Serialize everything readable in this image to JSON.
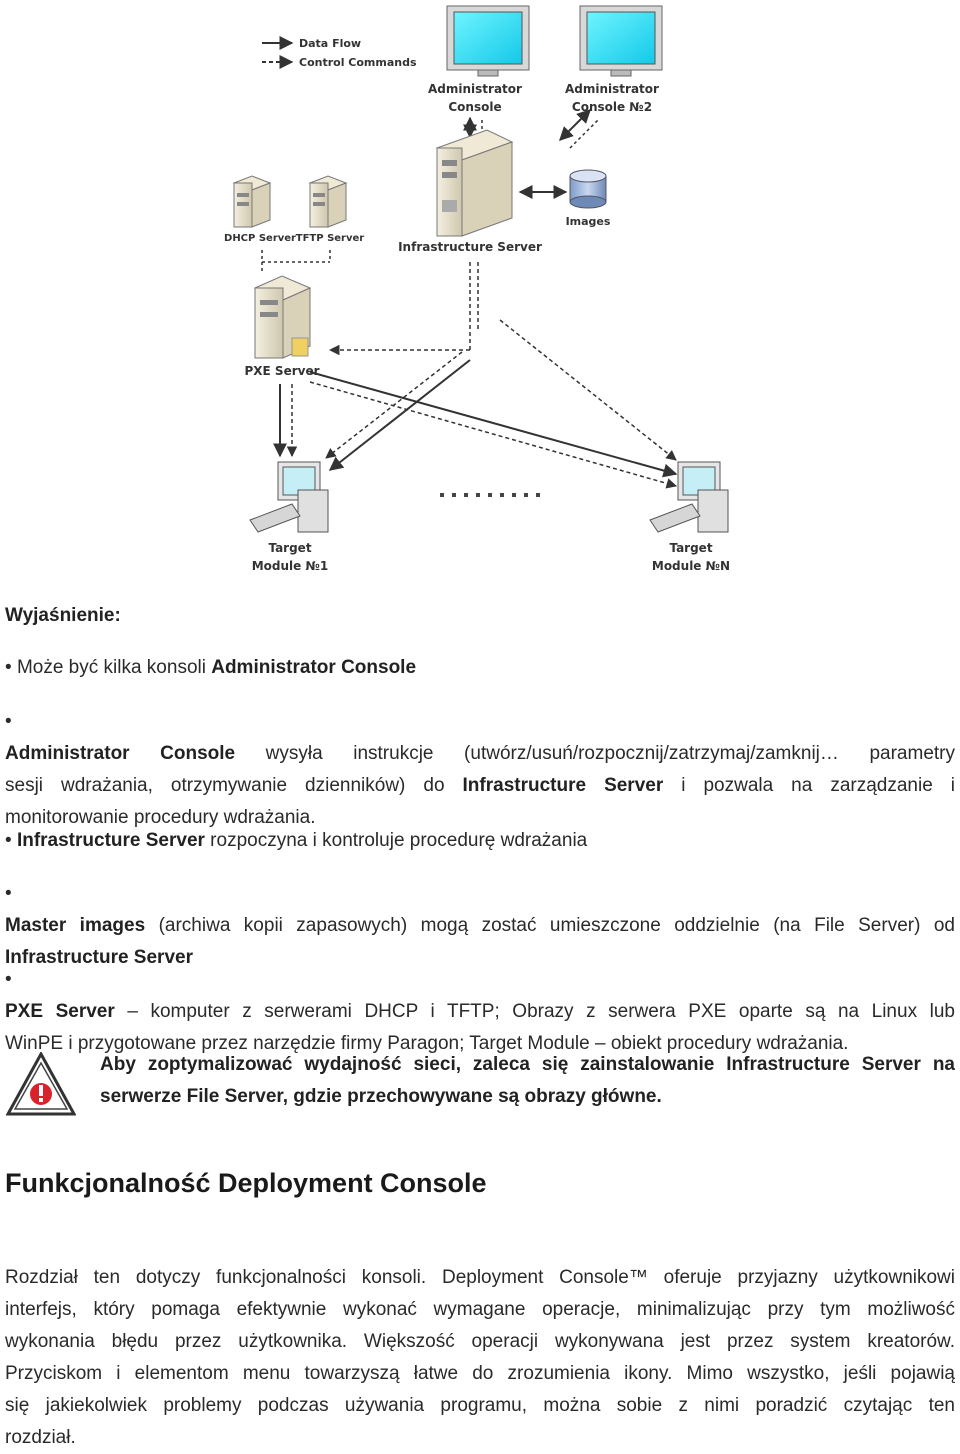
{
  "diagram": {
    "legend": {
      "data_flow": "Data Flow",
      "control_commands": "Control Commands"
    },
    "nodes": {
      "admin1_line1": "Administrator",
      "admin1_line2": "Console",
      "admin2_line1": "Administrator",
      "admin2_line2": "Console №2",
      "dhcp": "DHCP Server",
      "tftp": "TFTP Server",
      "infra": "Infrastructure Server",
      "images": "Images",
      "pxe": "PXE Server",
      "target1_line1": "Target",
      "target1_line2": "Module №1",
      "targetN_line1": "Target",
      "targetN_line2": "Module №N"
    }
  },
  "heading_explain": "Wyjaśnienie:",
  "b1": {
    "text": "Może być kilka konsoli ",
    "bold": "Administrator Console"
  },
  "b2": {
    "bold1": "Administrator Console",
    "t1": " wysyła instrukcje (utwórz/usuń/rozpocznij/zatrzymaj/zamknij… parametry",
    "t2": "sesji wdrażania, otrzymywanie dzienników) do ",
    "bold2": "Infrastructure Server",
    "t3": " i pozwala na zarządzanie i",
    "t4": "monitorowanie procedury wdrażania."
  },
  "b3": {
    "bold": "Infrastructure Server",
    "text": " rozpoczyna i kontroluje procedurę wdrażania"
  },
  "b4": {
    "bold1": "Master images",
    "t1": " (archiwa kopii zapasowych) mogą zostać umieszczone oddzielnie (na File Server) od",
    "bold2": "Infrastructure Server"
  },
  "b5": {
    "bold": "PXE Server",
    "t1": " – komputer z serwerami DHCP i TFTP; Obrazy z serwera PXE oparte są na Linux lub",
    "t2": "WinPE i przygotowane przez narzędzie firmy Paragon; Target Module – obiekt procedury wdrażania."
  },
  "warning": {
    "line1": "Aby zoptymalizować wydajność sieci, zaleca się zainstalowanie Infrastructure Server na",
    "line2": "serwerze File Server, gdzie przechowywane są obrazy główne."
  },
  "section_title": "Funkcjonalność Deployment Console",
  "para": {
    "l1": "Rozdział ten dotyczy funkcjonalności konsoli. Deployment Console™ oferuje przyjazny użytkownikowi",
    "l2": "interfejs, który pomaga efektywnie wykonać wymagane operacje, minimalizując przy tym możliwość",
    "l3": "wykonania błędu przez użytkownika. Większość operacji wykonywana jest przez system kreatorów.",
    "l4": "Przyciskom i elementom menu towarzyszą łatwe do zrozumienia ikony. Mimo wszystko, jeśli pojawią",
    "l5": "się jakiekolwiek problemy podczas używania programu, można sobie z nimi poradzić czytając ten",
    "l6": "rozdział."
  }
}
